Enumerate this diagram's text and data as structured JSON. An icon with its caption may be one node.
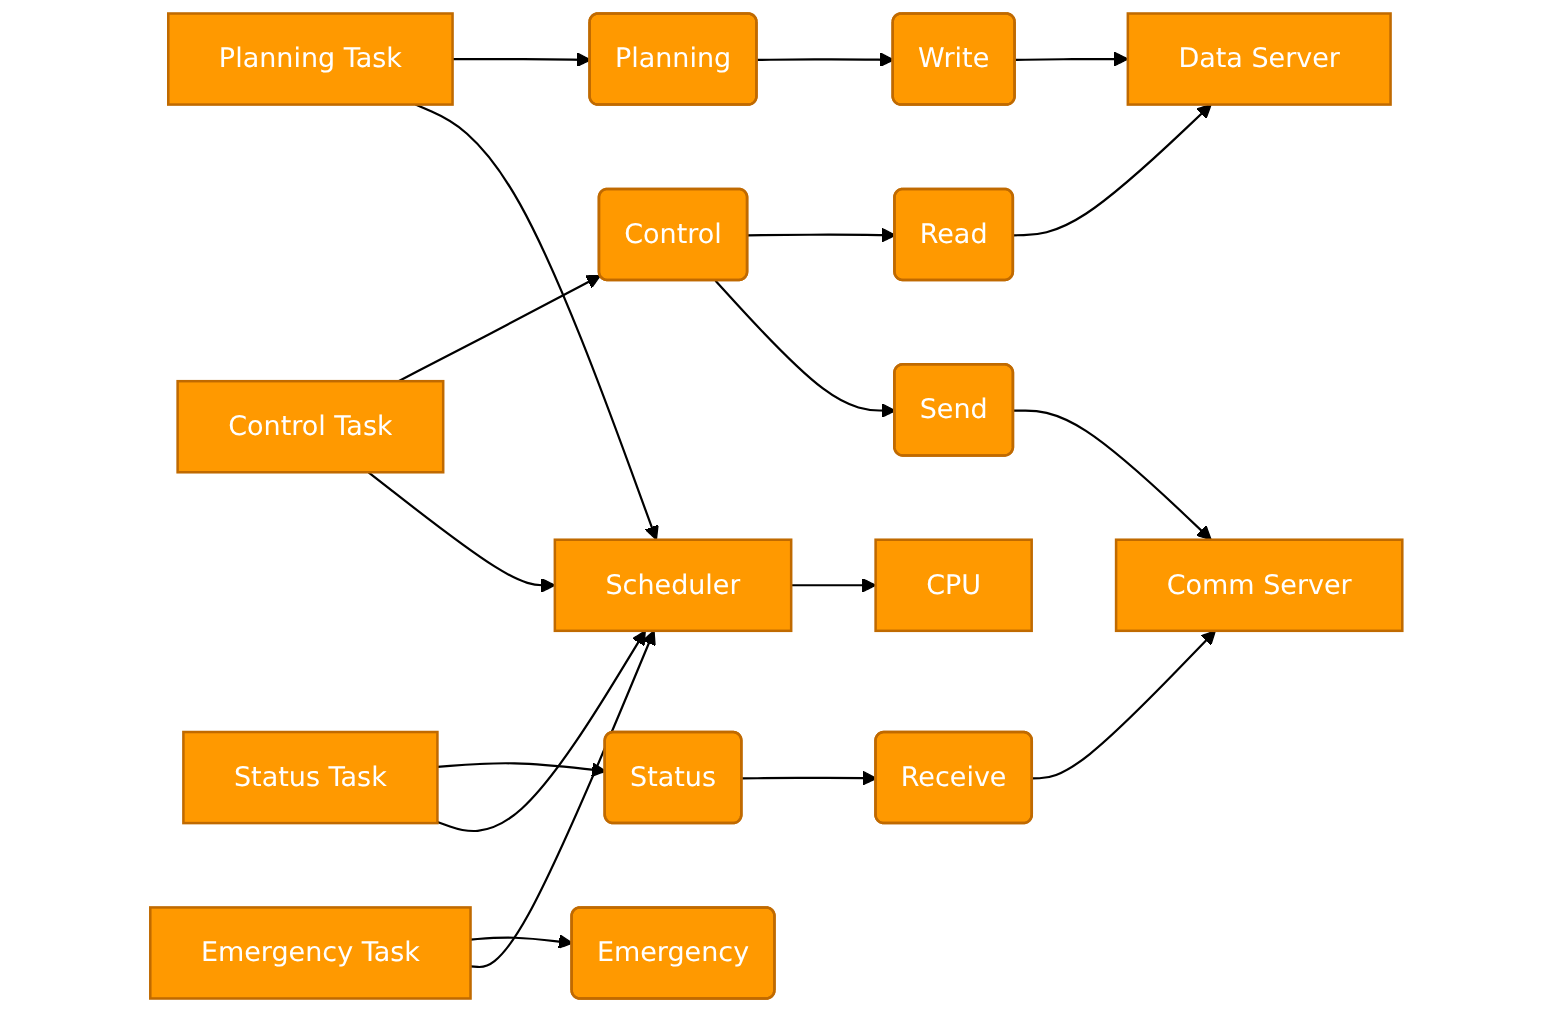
{
  "diagram": {
    "nodes": [
      {
        "text": [
          "Planning Task"
        ]
      },
      {
        "text": [
          "Control Task"
        ]
      },
      {
        "text": [
          "Status Task"
        ]
      },
      {
        "text": [
          "Emergency Task"
        ]
      },
      {
        "text": [
          "Scheduler"
        ]
      },
      {
        "text": [
          "CPU"
        ]
      },
      {
        "text": [
          "Planning"
        ]
      },
      {
        "text": [
          "Control"
        ]
      },
      {
        "text": [
          "Status"
        ]
      },
      {
        "text": [
          "Emergency"
        ]
      },
      {
        "text": [
          "Write"
        ]
      },
      {
        "text": [
          "Read"
        ]
      },
      {
        "text": [
          "Send"
        ]
      },
      {
        "text": [
          "Receive"
        ]
      },
      {
        "text": [
          "Data Server"
        ]
      },
      {
        "text": [
          "Comm Server"
        ]
      }
    ],
    "edges": [
      {
        "from": 0,
        "to": 6,
        "arrow": "to"
      },
      {
        "from": 1,
        "to": 7,
        "arrow": "to"
      },
      {
        "from": 2,
        "to": 8,
        "arrow": "to"
      },
      {
        "from": 3,
        "to": 9,
        "arrow": "to"
      },
      {
        "from": 4,
        "to": 5,
        "arrow": "to"
      },
      {
        "from": 6,
        "to": 10,
        "arrow": "to"
      },
      {
        "from": 7,
        "to": 11,
        "arrow": "to"
      },
      {
        "from": 7,
        "to": 12,
        "arrow": "to"
      },
      {
        "from": 8,
        "to": 13,
        "arrow": "to"
      },
      {
        "from": 10,
        "to": 14,
        "arrow": "to"
      },
      {
        "from": 11,
        "to": 14,
        "arrow": "to"
      },
      {
        "from": 12,
        "to": 15,
        "arrow": "to"
      },
      {
        "from": 13,
        "to": 15,
        "arrow": "to"
      },
      {
        "from": 0,
        "to": 4,
        "arrow": "to"
      },
      {
        "from": 1,
        "to": 4,
        "arrow": "to"
      },
      {
        "from": 2,
        "to": 4,
        "arrow": "to"
      },
      {
        "from": 3,
        "to": 4,
        "arrow": "to"
      }
    ]
  }
}
